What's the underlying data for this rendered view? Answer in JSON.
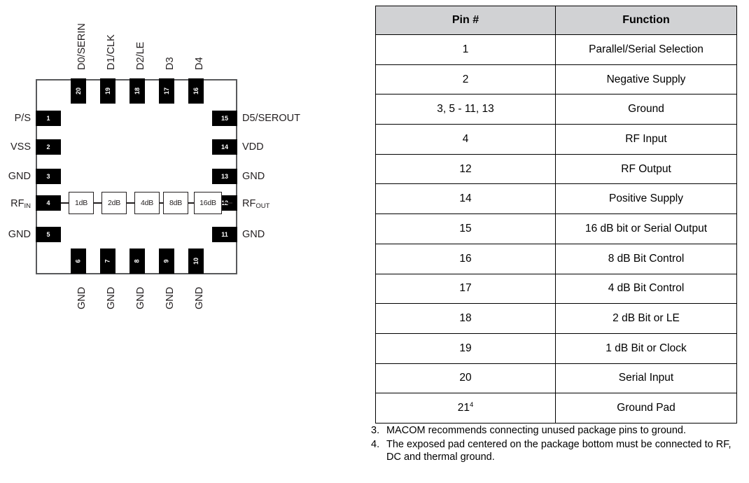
{
  "diagram": {
    "name": "qfn-20-pinout-diagram",
    "package_outline_color": "#58595b",
    "pad_color": "#000000",
    "top_pins": [
      {
        "num": "20",
        "label": "D0/SERIN"
      },
      {
        "num": "19",
        "label": "D1/CLK"
      },
      {
        "num": "18",
        "label": "D2/LE"
      },
      {
        "num": "17",
        "label": "D3"
      },
      {
        "num": "16",
        "label": "D4"
      }
    ],
    "left_pins": [
      {
        "num": "1",
        "label": "P/S"
      },
      {
        "num": "2",
        "label": "VSS"
      },
      {
        "num": "3",
        "label": "GND"
      },
      {
        "num": "4",
        "label": "RF",
        "sub": "IN"
      },
      {
        "num": "5",
        "label": "GND"
      }
    ],
    "right_pins": [
      {
        "num": "15",
        "label": "D5/SEROUT"
      },
      {
        "num": "14",
        "label": "VDD"
      },
      {
        "num": "13",
        "label": "GND"
      },
      {
        "num": "12",
        "label": "RF",
        "sub": "OUT"
      },
      {
        "num": "11",
        "label": "GND"
      }
    ],
    "bottom_pins": [
      {
        "num": "6",
        "label": "GND"
      },
      {
        "num": "7",
        "label": "GND"
      },
      {
        "num": "8",
        "label": "GND"
      },
      {
        "num": "9",
        "label": "GND"
      },
      {
        "num": "10",
        "label": "GND"
      }
    ],
    "attenuator_stages": [
      "1dB",
      "2dB",
      "4dB",
      "8dB",
      "16dB"
    ]
  },
  "table": {
    "header_bg": "#d1d2d4",
    "columns": [
      "Pin #",
      "Function"
    ],
    "rows": [
      {
        "pin": "1",
        "function": "Parallel/Serial Selection"
      },
      {
        "pin": "2",
        "function": "Negative Supply"
      },
      {
        "pin": "3, 5 - 11, 13",
        "function": "Ground"
      },
      {
        "pin": "4",
        "function": "RF Input"
      },
      {
        "pin": "12",
        "function": "RF Output"
      },
      {
        "pin": "14",
        "function": "Positive Supply"
      },
      {
        "pin": "15",
        "function": "16 dB bit or Serial Output"
      },
      {
        "pin": "16",
        "function": "8 dB Bit Control"
      },
      {
        "pin": "17",
        "function": "4 dB Bit Control"
      },
      {
        "pin": "18",
        "function": "2 dB Bit or LE"
      },
      {
        "pin": "19",
        "function": "1 dB Bit or Clock"
      },
      {
        "pin": "20",
        "function": "Serial Input"
      },
      {
        "pin": "21",
        "pin_sup": "4",
        "function": "Ground Pad"
      }
    ]
  },
  "footnotes": [
    {
      "num": "3.",
      "text": "MACOM recommends connecting unused package pins to ground."
    },
    {
      "num": "4.",
      "text": "The exposed pad centered on the package bottom must be connected to RF, DC and thermal ground."
    }
  ]
}
